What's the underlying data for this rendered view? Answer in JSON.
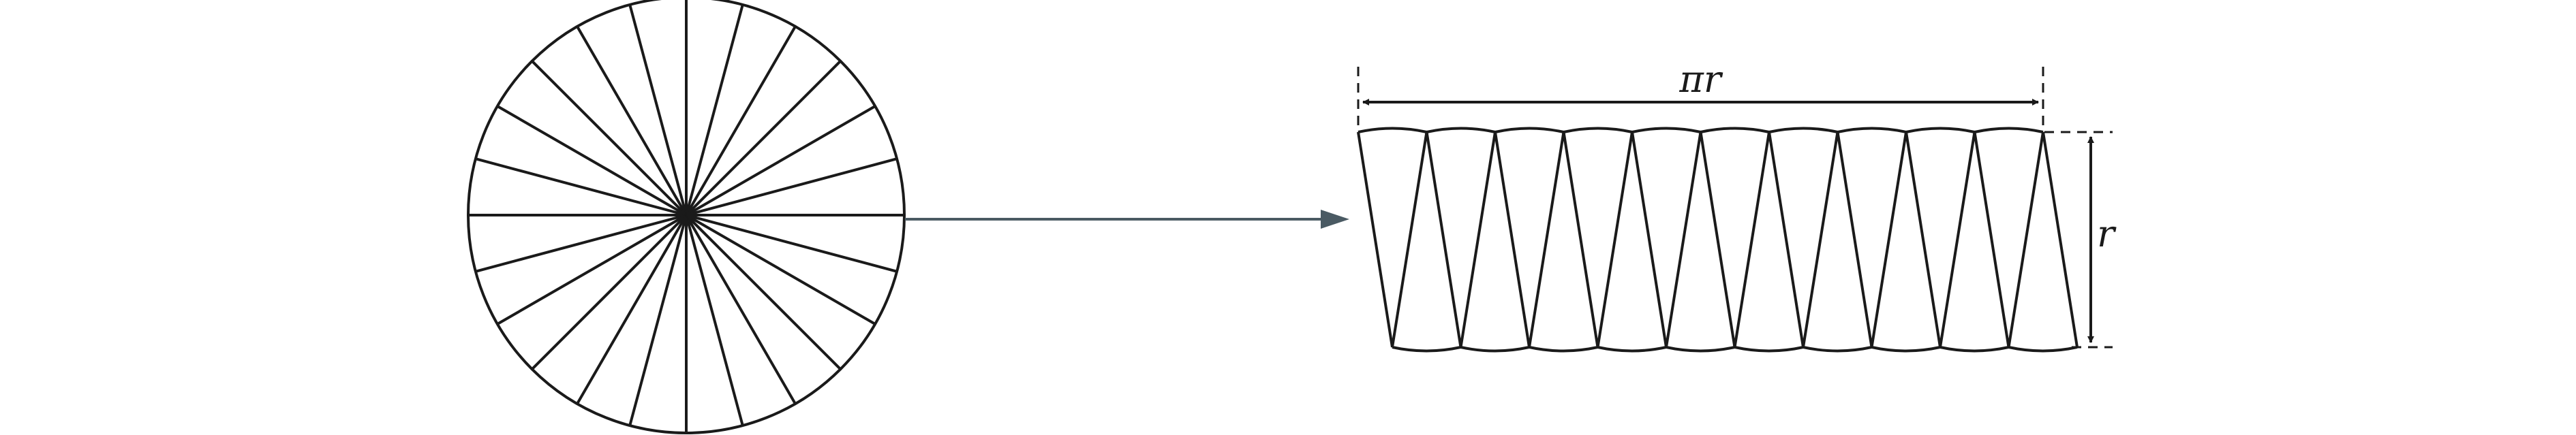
{
  "diagram": {
    "sector_count": 24,
    "strip_triangle_count": 20,
    "labels": {
      "width": "πr",
      "height": "r"
    },
    "colors": {
      "line": "#1a1a1a",
      "connector": "#4a5a63"
    }
  }
}
